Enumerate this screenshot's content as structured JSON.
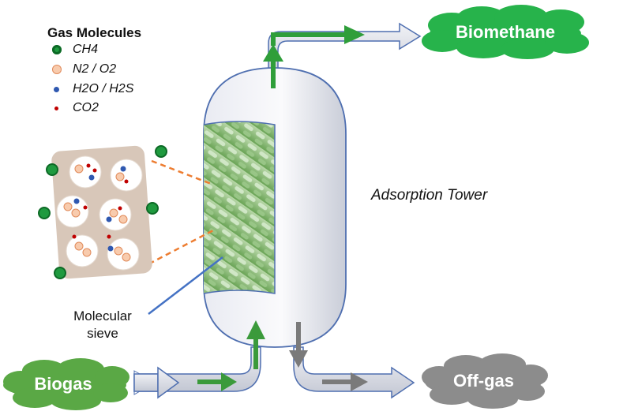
{
  "legend": {
    "title": "Gas Molecules",
    "items": [
      {
        "label": "CH4",
        "color": "#1f9a3f"
      },
      {
        "label": "N2 / O2",
        "color": "#f4b183"
      },
      {
        "label": "H2O / H2S",
        "color": "#2f58b0"
      },
      {
        "label": "CO2",
        "color": "#c00000"
      }
    ]
  },
  "tower": {
    "label": "Adsorption Tower"
  },
  "sieve": {
    "label_line1": "Molecular",
    "label_line2": "sieve"
  },
  "outputs": {
    "product": "Biomethane",
    "input": "Biogas",
    "waste": "Off-gas"
  },
  "colors": {
    "green_cloud": "#27b34b",
    "grey_cloud": "#8c8c8c",
    "arrow_green": "#3b9a3b",
    "arrow_grey": "#7f7f7f",
    "pipe_fill": "#d9dce6",
    "pipe_stroke": "#4f6fb0"
  }
}
